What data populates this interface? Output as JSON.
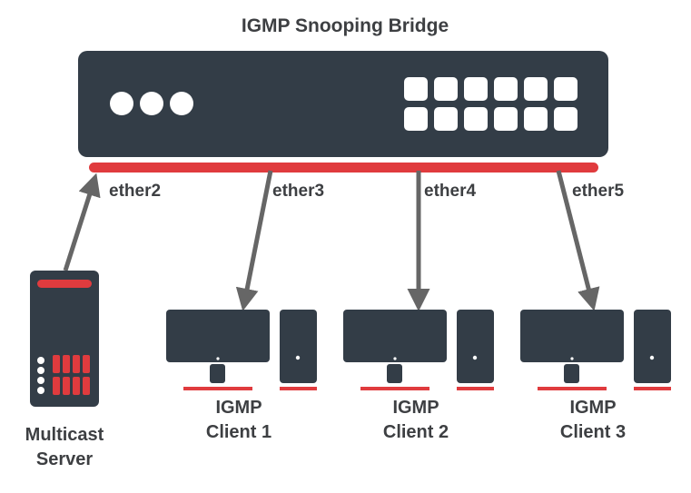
{
  "title": "IGMP Snooping Bridge",
  "ports": {
    "ether2": "ether2",
    "ether3": "ether3",
    "ether4": "ether4",
    "ether5": "ether5"
  },
  "server": {
    "line1": "Multicast",
    "line2": "Server"
  },
  "clients": [
    {
      "line1": "IGMP",
      "line2": "Client 1"
    },
    {
      "line1": "IGMP",
      "line2": "Client 2"
    },
    {
      "line1": "IGMP",
      "line2": "Client 3"
    }
  ],
  "colors": {
    "device": "#333d47",
    "accent": "#e03b3e",
    "arrow": "#666666",
    "text": "#3d3f42"
  }
}
